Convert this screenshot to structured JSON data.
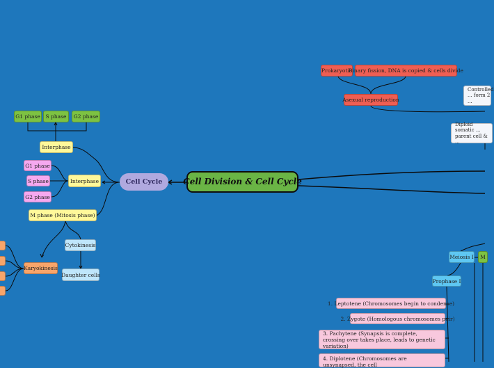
{
  "central": "Cell Division & Cell Cycle",
  "cell_cycle": {
    "label": "Cell Cycle",
    "interphase_main": "Interphase",
    "interphase_children": [
      "G1 phase",
      "S phase",
      "G2 phase"
    ],
    "interphase_top": "Interphase",
    "interphase_top_children": [
      "G1 phase",
      "S phase",
      "G2 phase"
    ],
    "m_phase": "M phase (Mitosis phase)",
    "karyokinesis": "Karyokinesis",
    "cytokinesis": "Cytokinesis",
    "daughter_cells": "Daughter cells"
  },
  "asexual": {
    "label": "Asexual reproduction",
    "prokaryotic": "Prokaryotic",
    "binary_fission": "Binary fission, DNA is copied & cells divide"
  },
  "right_notes": {
    "controlled": "Controlled ... form 2 ...",
    "diploid": "Diploid somatic ... parent cell & ..."
  },
  "meiosis": {
    "meiosis_1": "Meiosis I",
    "prophase_1": "Prophase I",
    "stages": [
      "1. Leptotene (Chromosomes begin to condense)",
      "2. Zygote (Homologous chromosomes pair)",
      "3. Pachytene (Synapsis is complete, crossing over takes place, leads to genetic variation)",
      "4. Diplotene (Chromosomes are unsynapsed, the cell"
    ],
    "right_green": "M"
  },
  "colors": {
    "background": "#1e77bc",
    "central": "#6ab545",
    "topic": "#b0a9df",
    "asexual": "#ef5e53"
  }
}
